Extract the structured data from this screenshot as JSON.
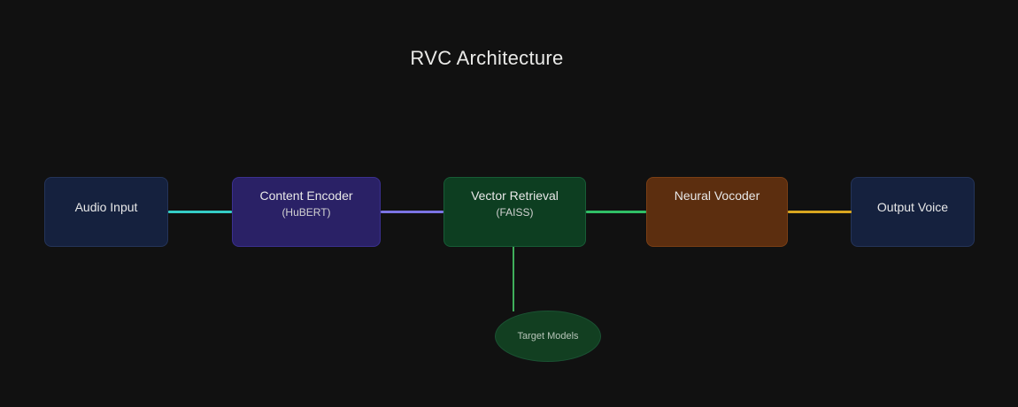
{
  "title": "RVC Architecture",
  "nodes": {
    "audio_input": {
      "label": "Audio Input"
    },
    "content_encoder": {
      "label": "Content Encoder",
      "sublabel": "(HuBERT)"
    },
    "vector_retrieval": {
      "label": "Vector Retrieval",
      "sublabel": "(FAISS)"
    },
    "neural_vocoder": {
      "label": "Neural Vocoder"
    },
    "output_voice": {
      "label": "Output Voice"
    },
    "target_models": {
      "label": "Target Models"
    }
  },
  "edges": {
    "audio_to_encoder": {
      "from": "Audio Input",
      "to": "Content Encoder",
      "color": "#35cdc6"
    },
    "encoder_to_retrieval": {
      "from": "Content Encoder",
      "to": "Vector Retrieval",
      "color": "#7b74e4"
    },
    "retrieval_to_vocoder": {
      "from": "Vector Retrieval",
      "to": "Neural Vocoder",
      "color": "#30bf66"
    },
    "vocoder_to_output": {
      "from": "Neural Vocoder",
      "to": "Output Voice",
      "color": "#d9a61f"
    },
    "retrieval_to_targets": {
      "from": "Vector Retrieval",
      "to": "Target Models",
      "color": "#3fae5b"
    }
  },
  "colors": {
    "background": "#111111",
    "navy_node": "#15213e",
    "indigo_node": "#2a2166",
    "green_node": "#0d3e21",
    "brown_node": "#5c2e0f",
    "ellipse_node": "#123f21",
    "title_text": "#eaeae8",
    "node_text": "#e8e8e8"
  }
}
